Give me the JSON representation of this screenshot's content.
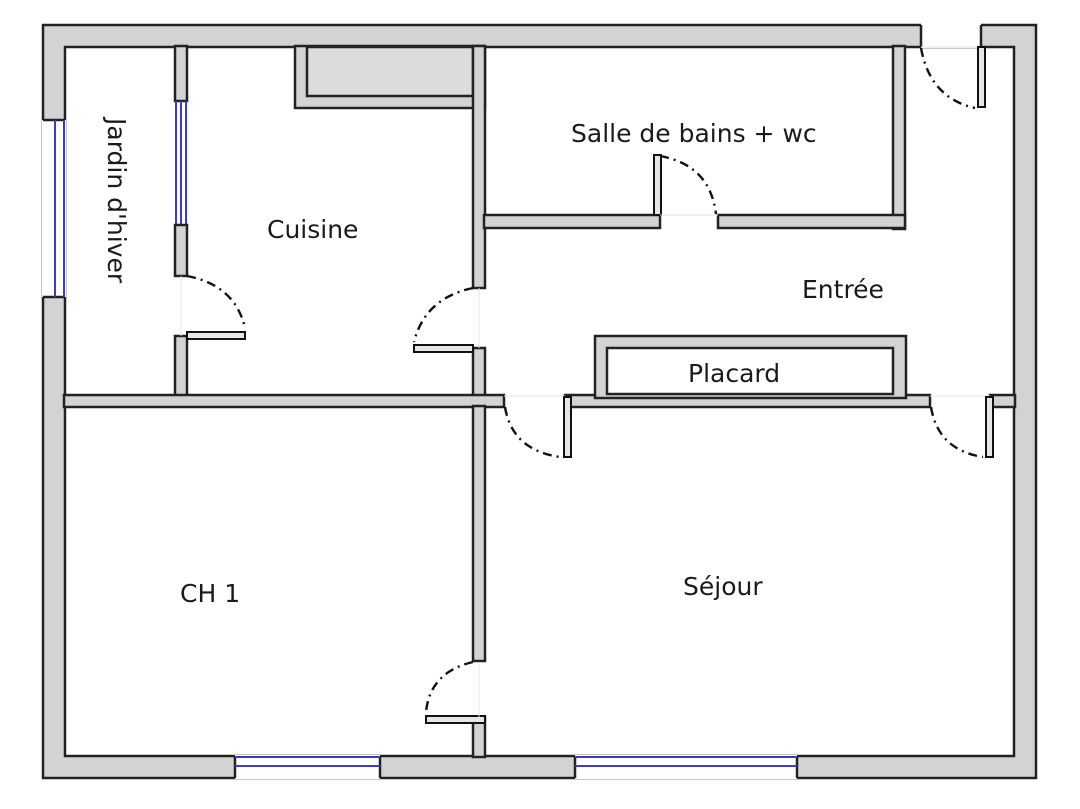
{
  "plan": {
    "type": "floor-plan",
    "colors": {
      "wall": "#d3d3d3",
      "wall_stroke": "#222222",
      "window": "#3a3acc",
      "background": "#ffffff"
    },
    "rooms": {
      "jardin": {
        "label": "Jardin d'hiver"
      },
      "cuisine": {
        "label": "Cuisine"
      },
      "sdb": {
        "label": "Salle de bains + wc"
      },
      "entree": {
        "label": "Entrée"
      },
      "placard": {
        "label": "Placard"
      },
      "ch1": {
        "label": "CH 1"
      },
      "sejour": {
        "label": "Séjour"
      }
    }
  }
}
